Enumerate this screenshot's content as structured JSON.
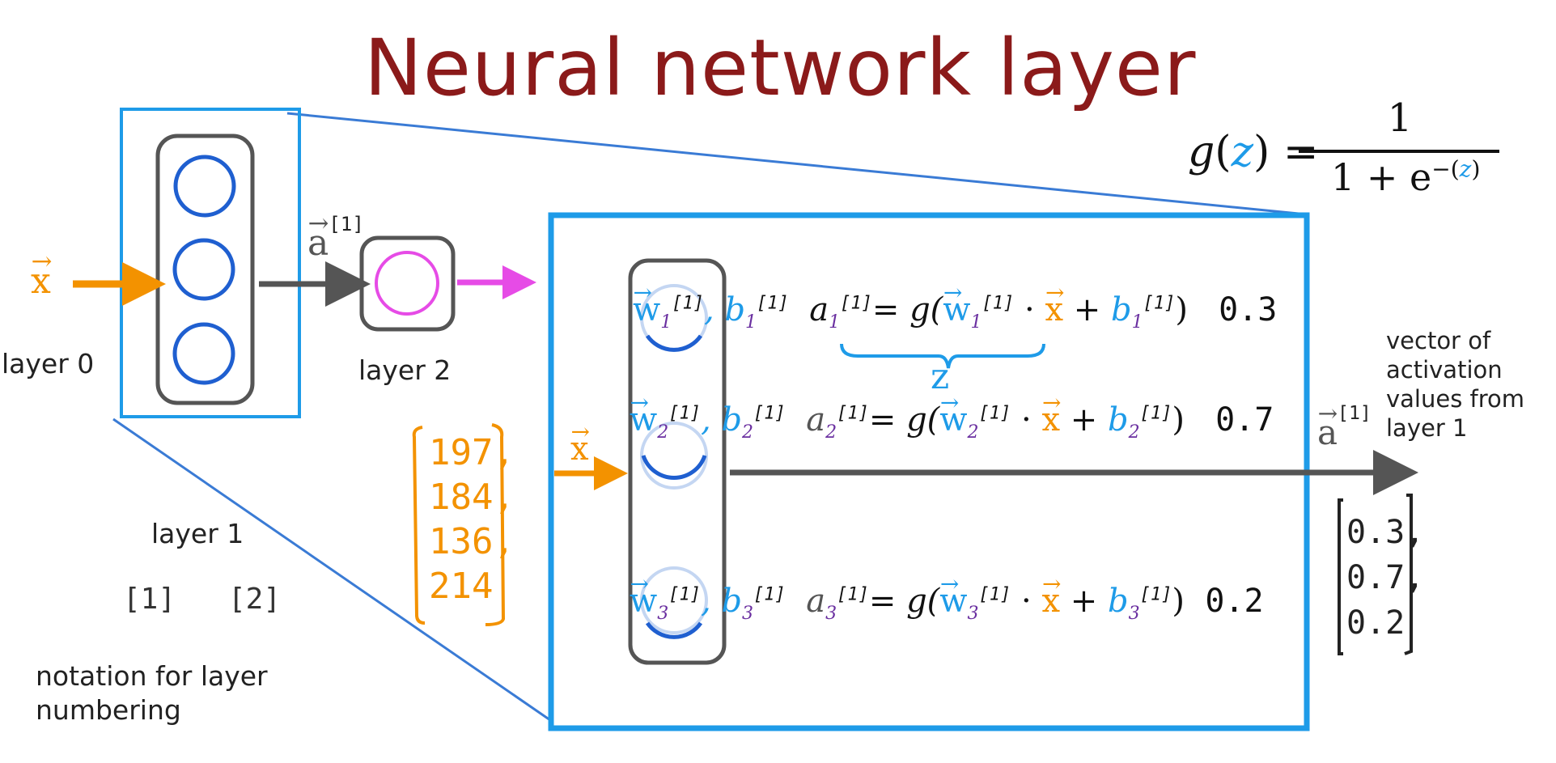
{
  "title": "Neural network layer",
  "colors": {
    "title": "#8b1a1a",
    "zoom_box": "#1e9be8",
    "neuron_blue": "#1f5fd0",
    "neuron_magenta": "#e64be6",
    "input_orange": "#f39200",
    "arrow_gray": "#555555",
    "subscript_purple": "#6a2fa0"
  },
  "left_network": {
    "input_label": "x",
    "layer0_label": "layer 0",
    "layer1_label": "layer 1",
    "layer2_label": "layer 2",
    "activation_label": "a",
    "activation_superscript": "[1]",
    "layer1_neuron_count": 3,
    "layer2_neuron_count": 1
  },
  "notation": {
    "bracket_1": "[1]",
    "bracket_2": "[2]",
    "caption_line1": "notation for layer",
    "caption_line2": "numbering"
  },
  "sigmoid": {
    "lhs_fn": "g",
    "lhs_arg": "z",
    "equals": "=",
    "numerator": "1",
    "denominator_prefix": "1 + e",
    "exponent_prefix": "−(",
    "exponent_arg": "z",
    "exponent_suffix": ")"
  },
  "input_vector": {
    "label": "x",
    "values": [
      "197,",
      "184,",
      "136,",
      "214"
    ]
  },
  "neurons": [
    {
      "w": "w",
      "index": "1",
      "sup": "[1]",
      "b": "b",
      "a": "a",
      "eq": "= g(",
      "dot": "·",
      "x": "x",
      "plus": "+",
      "close": ")",
      "output": "0.3"
    },
    {
      "w": "w",
      "index": "2",
      "sup": "[1]",
      "b": "b",
      "a": "a",
      "eq": "= g(",
      "dot": "·",
      "x": "x",
      "plus": "+",
      "close": ")",
      "output": "0.7"
    },
    {
      "w": "w",
      "index": "3",
      "sup": "[1]",
      "b": "b",
      "a": "a",
      "eq": "= g(",
      "dot": "·",
      "x": "x",
      "plus": "+",
      "close": ")",
      "output": "0.2"
    }
  ],
  "brace_label": "z",
  "output": {
    "label": "a",
    "superscript": "[1]",
    "caption_lines": [
      "vector of",
      "activation",
      "values from",
      "layer 1"
    ],
    "values": [
      "0.3,",
      "0.7,",
      "0.2"
    ]
  }
}
